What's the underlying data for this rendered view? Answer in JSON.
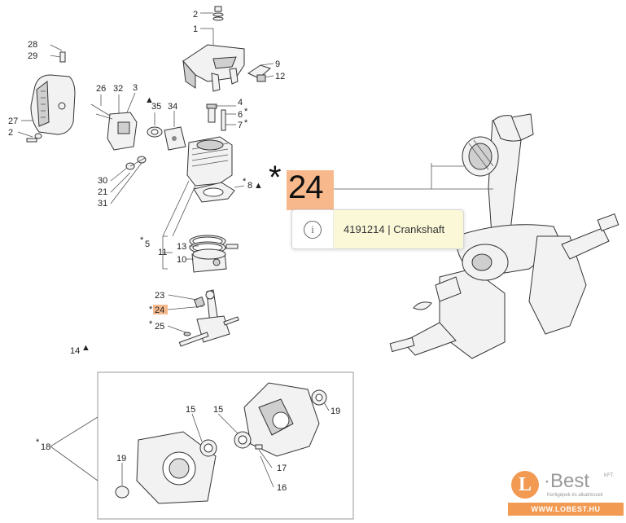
{
  "labels": {
    "l2a": "2",
    "l1": "1",
    "l28": "28",
    "l29": "29",
    "l9": "9",
    "l12": "12",
    "l26": "26",
    "l32": "32",
    "l3": "3",
    "l35": "35",
    "l34": "34",
    "l4": "4",
    "l6": "6",
    "l7": "7",
    "l27": "27",
    "l2b": "2",
    "l30": "30",
    "l21": "21",
    "l31": "31",
    "l8": "8",
    "l5": "5",
    "l13": "13",
    "l11": "11",
    "l10": "10",
    "l23": "23",
    "l24": "24",
    "l25": "25",
    "l14": "14",
    "l18": "18",
    "l15a": "15",
    "l15b": "15",
    "l19a": "19",
    "l19b": "19",
    "l17": "17",
    "l16": "16"
  },
  "callout": {
    "star": "*",
    "number": "24"
  },
  "tooltip": {
    "icon": "info-icon",
    "text": "4191214 | Crankshaft"
  },
  "logo": {
    "mark": "L",
    "name": "·Best",
    "suffix": "KFT.",
    "tagline": "Kertigépek és alkatrészek",
    "url": "WWW.LOBEST.HU"
  },
  "colors": {
    "highlight": "#f7b88c",
    "tooltip_bg": "#fbf8d8",
    "brand": "#f29a52"
  }
}
